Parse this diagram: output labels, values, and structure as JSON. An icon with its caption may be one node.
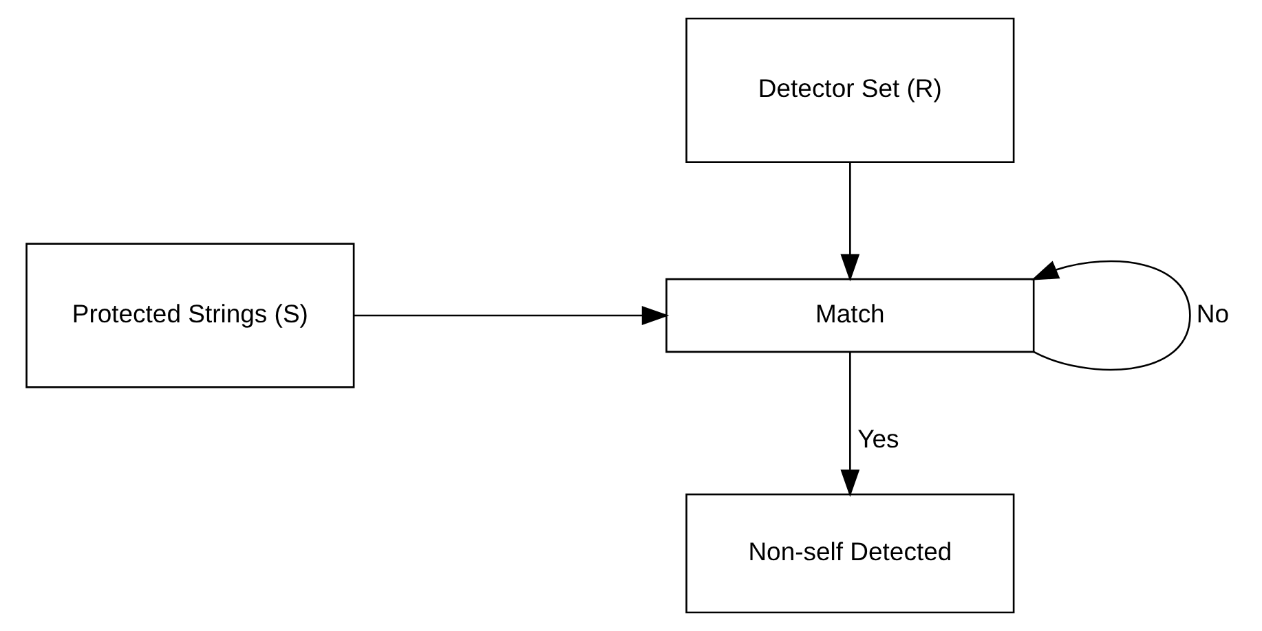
{
  "diagram": {
    "nodes": [
      {
        "text": [
          "Detector Set (R)"
        ]
      },
      {
        "text": [
          "Protected Strings (S)"
        ]
      },
      {
        "text": [
          "Match"
        ]
      },
      {
        "text": [
          "Non-self Detected"
        ]
      }
    ],
    "edges": [
      {
        "from": 0,
        "to": 2,
        "arrow": "to"
      },
      {
        "from": 1,
        "to": 2,
        "arrow": "to"
      },
      {
        "from": 2,
        "to": 2,
        "arrow": "to",
        "label": "No"
      },
      {
        "from": 2,
        "to": 3,
        "arrow": "to",
        "label": "Yes"
      }
    ]
  }
}
